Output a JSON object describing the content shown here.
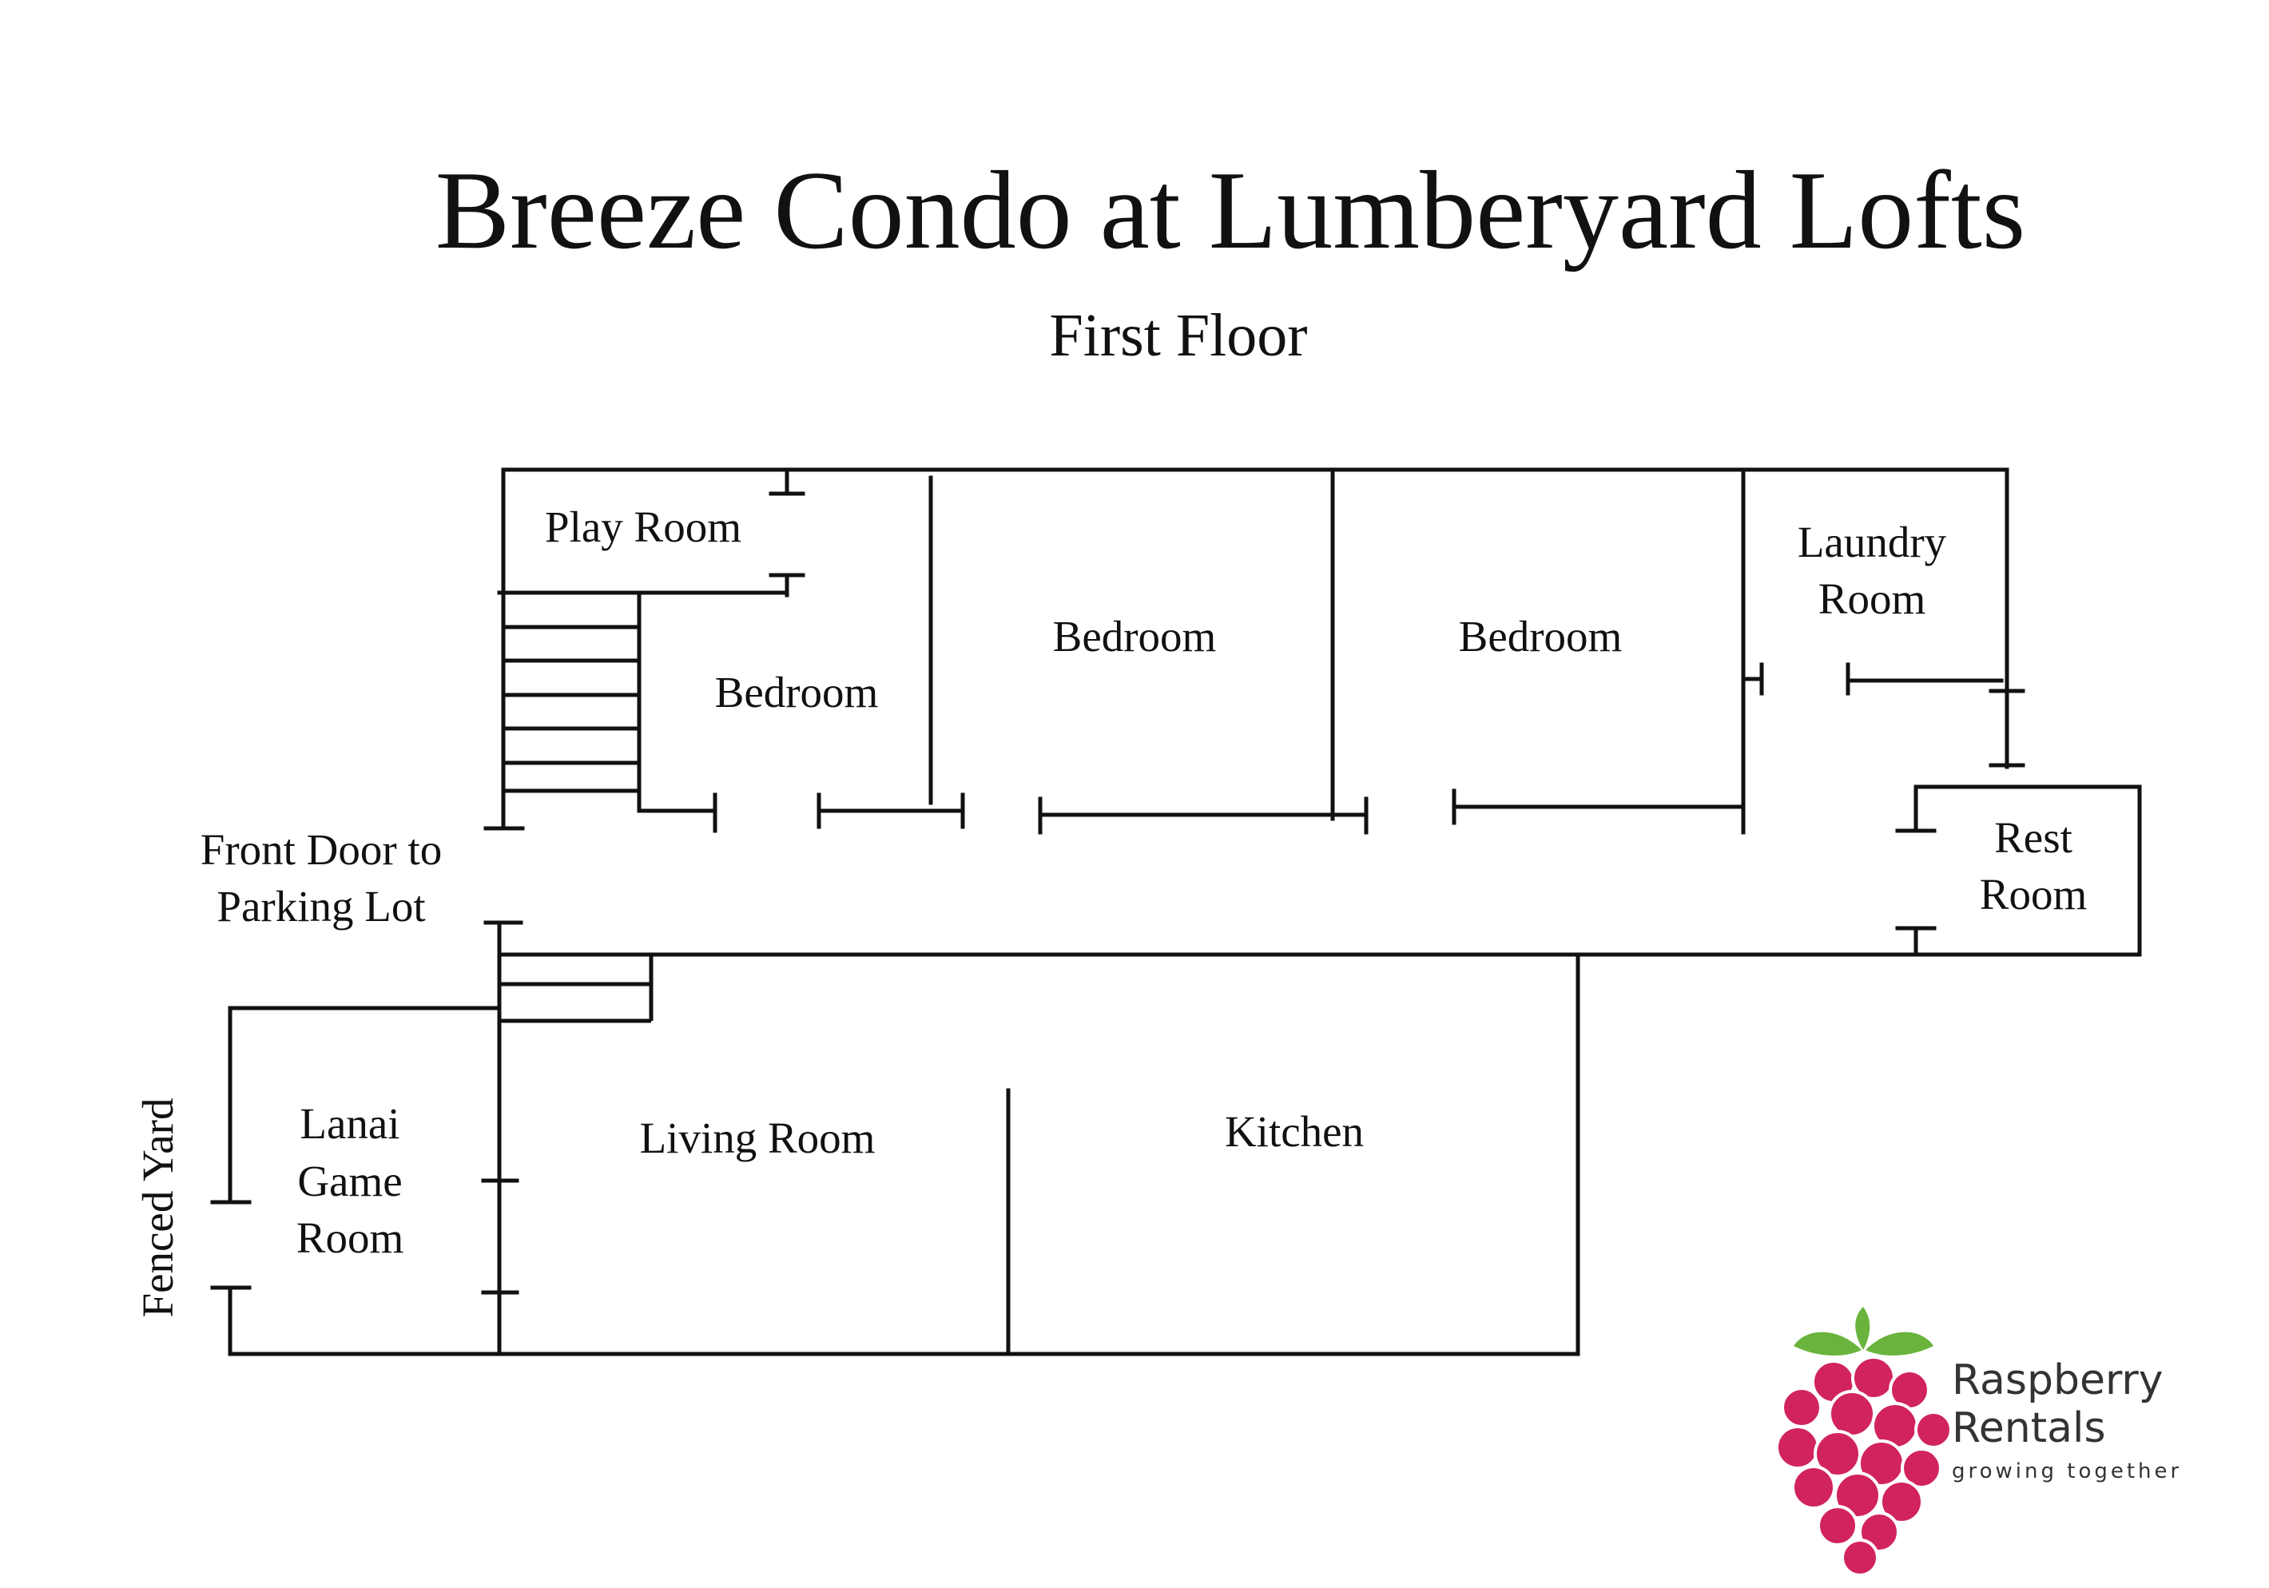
{
  "title": "Breeze Condo at Lumberyard Lofts",
  "subtitle": "First Floor",
  "rooms": {
    "play_room": "Play Room",
    "bedroom_small": "Bedroom",
    "bedroom_middle": "Bedroom",
    "bedroom_right": "Bedroom",
    "laundry_line1": "Laundry",
    "laundry_line2": "Room",
    "rest_line1": "Rest",
    "rest_line2": "Room",
    "living_room": "Living Room",
    "kitchen": "Kitchen",
    "lanai_line1": "Lanai",
    "lanai_line2": "Game",
    "lanai_line3": "Room"
  },
  "labels": {
    "front_door_line1": "Front Door to",
    "front_door_line2": "Parking Lot",
    "fenced_yard": "Fenced Yard"
  },
  "logo": {
    "brand_line1": "Raspberry",
    "brand_line2": "Rentals",
    "tagline": "growing together",
    "berry_color": "#d1235f",
    "leaf_color": "#6ab43e"
  }
}
